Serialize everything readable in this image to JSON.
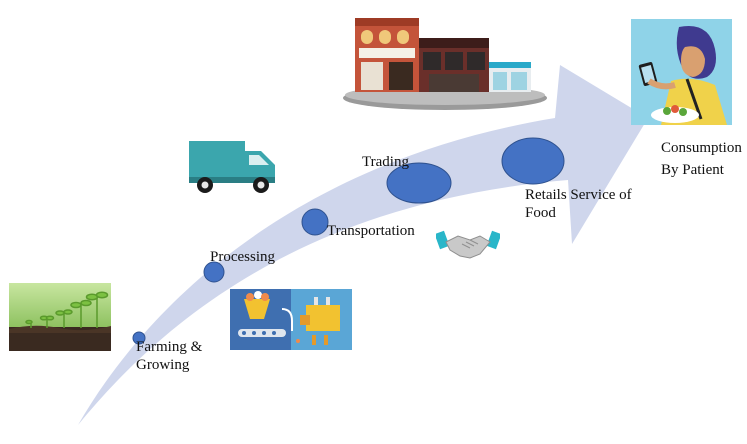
{
  "stages": [
    {
      "id": "farming",
      "label": "Farming &\nGrowing"
    },
    {
      "id": "processing",
      "label": "Processing"
    },
    {
      "id": "transportation",
      "label": "Transportation"
    },
    {
      "id": "trading",
      "label": "Trading"
    },
    {
      "id": "retail",
      "label": "Retails Service of\nFood"
    },
    {
      "id": "consumption",
      "label": "Consumption\nBy Patient"
    }
  ],
  "colors": {
    "arrow": "#cfd6ec",
    "node_fill": "#4472c4",
    "node_stroke": "#2f528f",
    "truck": "#3ba6ad",
    "sky": "#8fd3e8",
    "soil": "#3a2a20",
    "sprout": "#7cc142"
  },
  "icons": [
    "seedling-photo",
    "food-factory-illustration",
    "delivery-truck-icon",
    "handshake-icon",
    "storefronts-illustration",
    "patient-eating-illustration"
  ]
}
